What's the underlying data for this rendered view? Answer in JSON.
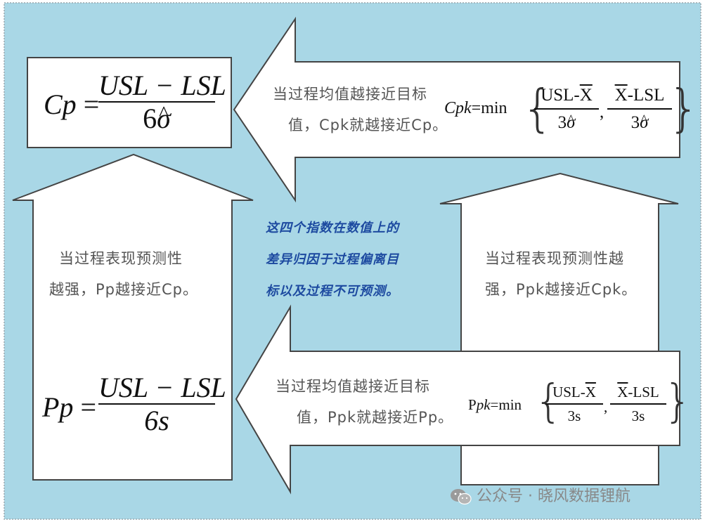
{
  "formulas": {
    "cp": {
      "lhs": "Cp",
      "eq": "=",
      "num": "USL − LSL",
      "den_coef": "6",
      "den_var": "σ",
      "hat": "^"
    },
    "pp": {
      "lhs": "Pp",
      "eq": "=",
      "num": "USL − LSL",
      "den": "6s"
    },
    "cpk": {
      "lhs": "Cpk",
      "eq": "=",
      "min": "min",
      "num1_a": "USL-",
      "num1_b": "X",
      "num2_a": "X",
      "num2_b": "-LSL",
      "den_coef": "3",
      "den_var": "σ",
      "hat": "^",
      "comma": ","
    },
    "ppk": {
      "lhs_p": "P",
      "lhs_rest": "pk",
      "eq": "=",
      "min": "min",
      "num1_a": "USL-",
      "num1_b": "X",
      "num2_a": "X",
      "num2_b": "-LSL",
      "den1": "3s",
      "den2": "3s",
      "comma": ","
    }
  },
  "labels": {
    "top_arrow_line1": "当过程均值越接近目标",
    "top_arrow_line2": "值，Cpk就越接近Cp。",
    "left_arrow_line1": "当过程表现预测性",
    "left_arrow_line2": "越强，Pp越接近Cp。",
    "right_arrow_line1": "当过程表现预测性越",
    "right_arrow_line2": "强，Ppk越接近Cpk。",
    "bottom_arrow_line1": "当过程均值越接近目标",
    "bottom_arrow_line2": "值，Ppk就越接近Pp。",
    "center_line1": "这四个指数在数值上的",
    "center_line2": "差异归因于过程偏离目",
    "center_line3": "标以及过程不可预测。"
  },
  "watermark": {
    "text": "公众号 · 晓风数据锂航"
  },
  "colors": {
    "background": "#a9d7e6",
    "arrow_fill": "#ffffff",
    "stroke": "#444444",
    "center_text": "#1d4aa0"
  }
}
